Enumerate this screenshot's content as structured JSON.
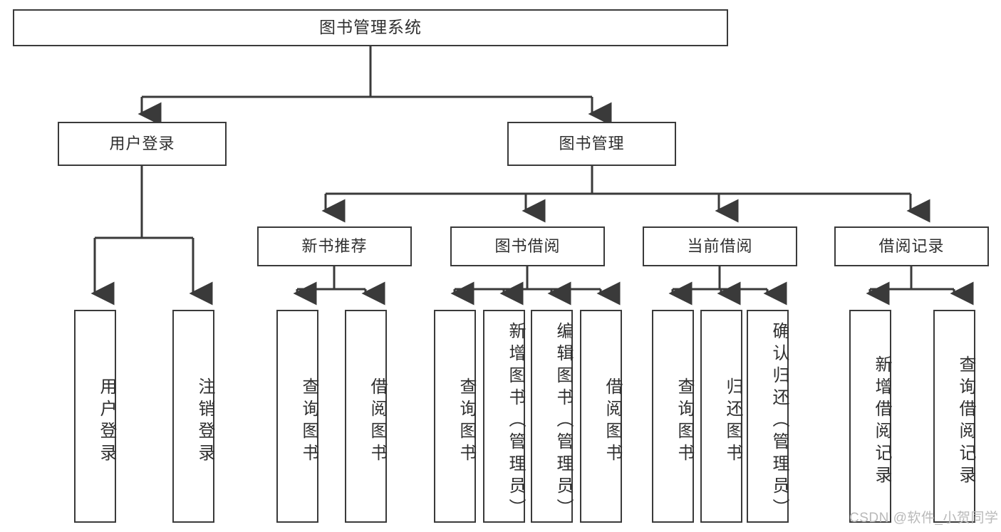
{
  "diagram": {
    "type": "tree-hierarchy",
    "title": "图书管理系统",
    "orientation": "top-down",
    "line_color": "#3a3a3a",
    "box_fill": "#ffffff",
    "text_color": "#2f2f2f",
    "watermark": "CSDN @软件_小贺同学"
  },
  "nodes": {
    "root": {
      "label": "图书管理系统"
    },
    "level1": [
      {
        "label": "用户登录"
      },
      {
        "label": "图书管理"
      }
    ],
    "level2": [
      {
        "label": "新书推荐"
      },
      {
        "label": "图书借阅"
      },
      {
        "label": "当前借阅"
      },
      {
        "label": "借阅记录"
      }
    ],
    "leaves": {
      "user_login": [
        {
          "label": "用户登录"
        },
        {
          "label": "注销登录"
        }
      ],
      "new_book_recommend": [
        {
          "label": "查询图书"
        },
        {
          "label": "借阅图书"
        }
      ],
      "book_borrow": [
        {
          "label": "查询图书"
        },
        {
          "label": "新增图书（管理员）"
        },
        {
          "label": "编辑图书（管理员）"
        },
        {
          "label": "借阅图书"
        }
      ],
      "current_borrow": [
        {
          "label": "查询图书"
        },
        {
          "label": "归还图书"
        },
        {
          "label": "确认归还（管理员）"
        }
      ],
      "borrow_record": [
        {
          "label": "新增借阅记录"
        },
        {
          "label": "查询借阅记录"
        }
      ]
    }
  }
}
